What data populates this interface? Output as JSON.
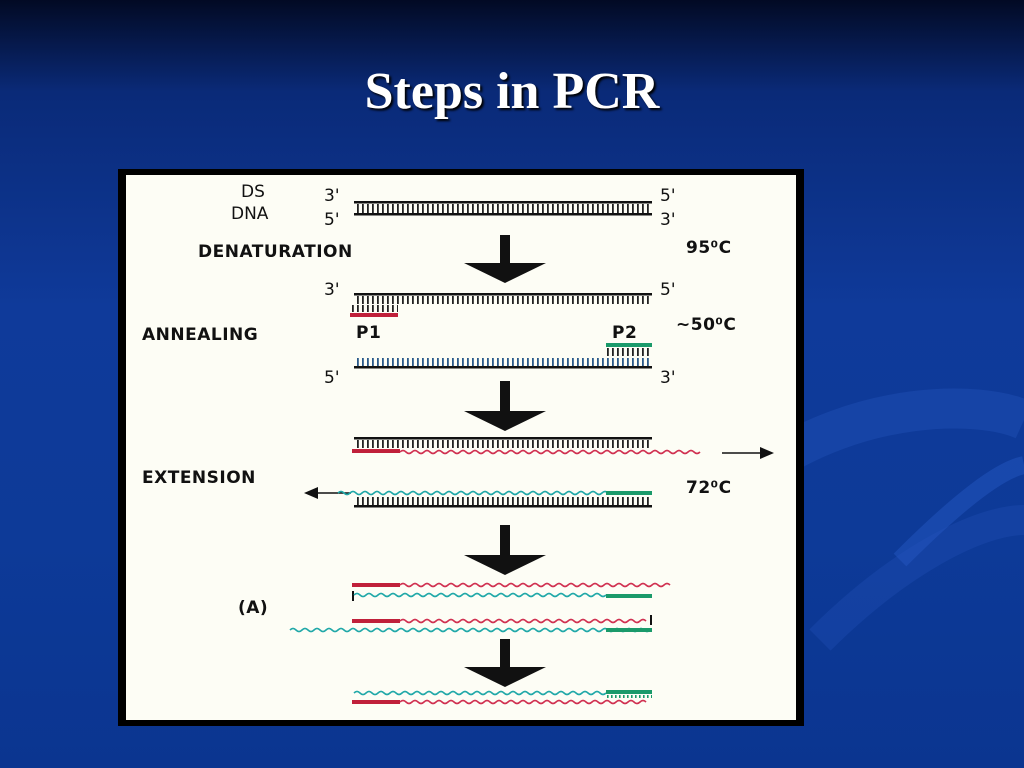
{
  "slide": {
    "title": "Steps in PCR"
  },
  "diagram": {
    "ds_label_1": "DS",
    "ds_label_2": "DNA",
    "end_3prime": "3'",
    "end_5prime": "5'",
    "denaturation": "DENATURATION",
    "annealing": "ANNEALING",
    "extension": "EXTENSION",
    "temp_denat": "95⁰C",
    "temp_anneal": "~50⁰C",
    "temp_ext": "72⁰C",
    "primer1": "P1",
    "primer2": "P2",
    "panel": "(A)",
    "colors": {
      "primer1": "#c0203a",
      "primer2": "#1a9a6a",
      "strand1_new": "#d03050",
      "strand2_new": "#20a8a8",
      "background_slide": "#0f3a9a"
    }
  }
}
